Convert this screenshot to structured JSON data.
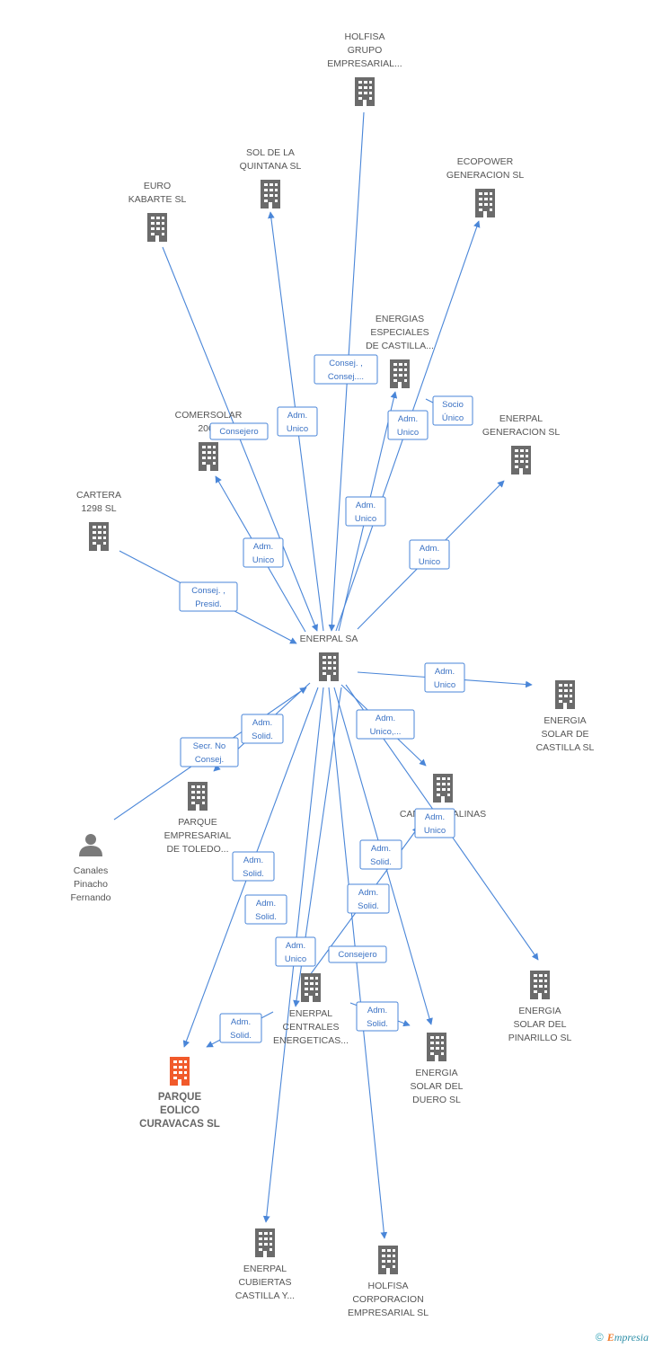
{
  "colors": {
    "edge": "#4a86d8",
    "building": "#6b6b6b",
    "highlight": "#f15a2b",
    "person": "#7a7a7a"
  },
  "nodes": [
    {
      "id": "holfisa_grupo",
      "type": "company",
      "lines": [
        "HOLFISA",
        "GRUPO",
        "EMPRESARIAL..."
      ]
    },
    {
      "id": "sol_quintana",
      "type": "company",
      "lines": [
        "SOL DE LA",
        "QUINTANA SL"
      ]
    },
    {
      "id": "euro_kabarte",
      "type": "company",
      "lines": [
        "EURO",
        "KABARTE SL"
      ]
    },
    {
      "id": "ecopower",
      "type": "company",
      "lines": [
        "ECOPOWER",
        "GENERACION SL"
      ]
    },
    {
      "id": "energias_especiales",
      "type": "company",
      "lines": [
        "ENERGIAS",
        "ESPECIALES",
        "DE CASTILLA..."
      ]
    },
    {
      "id": "comersolar",
      "type": "company",
      "lines": [
        "COMERSOLAR",
        "2005"
      ]
    },
    {
      "id": "enerpal_generacion",
      "type": "company",
      "lines": [
        "ENERPAL",
        "GENERACION SL"
      ]
    },
    {
      "id": "cartera",
      "type": "company",
      "lines": [
        "CARTERA",
        "1298  SL"
      ]
    },
    {
      "id": "enerpal_sa",
      "type": "company",
      "lines": [
        "ENERPAL SA"
      ]
    },
    {
      "id": "energia_castilla",
      "type": "company",
      "lines": [
        "ENERGIA",
        "SOLAR DE",
        "CASTILLA SL"
      ]
    },
    {
      "id": "canales_salinas",
      "type": "company",
      "lines": [
        "CANALES SALINAS"
      ]
    },
    {
      "id": "parque_toledo",
      "type": "company",
      "lines": [
        "PARQUE",
        "EMPRESARIAL",
        "DE TOLEDO..."
      ]
    },
    {
      "id": "canales_person",
      "type": "person",
      "lines": [
        "Canales",
        "Pinacho",
        "Fernando"
      ]
    },
    {
      "id": "energia_pinarillo",
      "type": "company",
      "lines": [
        "ENERGIA",
        "SOLAR DEL",
        "PINARILLO SL"
      ]
    },
    {
      "id": "enerpal_centrales",
      "type": "company",
      "lines": [
        "ENERPAL",
        "CENTRALES",
        "ENERGETICAS..."
      ]
    },
    {
      "id": "energia_duero",
      "type": "company",
      "lines": [
        "ENERGIA",
        "SOLAR DEL",
        "DUERO SL"
      ]
    },
    {
      "id": "parque_eolico",
      "type": "company",
      "highlight": true,
      "lines": [
        "PARQUE",
        "EOLICO",
        "CURAVACAS SL"
      ]
    },
    {
      "id": "enerpal_cubiertas",
      "type": "company",
      "lines": [
        "ENERPAL",
        "CUBIERTAS",
        "CASTILLA Y..."
      ]
    },
    {
      "id": "holfisa_corporacion",
      "type": "company",
      "lines": [
        "HOLFISA",
        "CORPORACION",
        "EMPRESARIAL SL"
      ]
    }
  ],
  "relations": [
    {
      "id": "r1",
      "lines": [
        "Consej. ,",
        "Consej...."
      ]
    },
    {
      "id": "r2",
      "lines": [
        "Adm.",
        "Unico"
      ]
    },
    {
      "id": "r3",
      "lines": [
        "Consejero"
      ]
    },
    {
      "id": "r4",
      "lines": [
        "Adm.",
        "Unico"
      ]
    },
    {
      "id": "r5",
      "lines": [
        "Socio",
        "Único"
      ]
    },
    {
      "id": "r6",
      "lines": [
        "Adm.",
        "Unico"
      ]
    },
    {
      "id": "r7",
      "lines": [
        "Adm.",
        "Unico"
      ]
    },
    {
      "id": "r8",
      "lines": [
        "Adm.",
        "Unico"
      ]
    },
    {
      "id": "r9",
      "lines": [
        "Consej. ,",
        "Presid."
      ]
    },
    {
      "id": "r10",
      "lines": [
        "Adm.",
        "Unico"
      ]
    },
    {
      "id": "r11",
      "lines": [
        "Adm.",
        "Solid."
      ]
    },
    {
      "id": "r12",
      "lines": [
        "Adm.",
        "Unico,..."
      ]
    },
    {
      "id": "r13",
      "lines": [
        "Secr.  No",
        "Consej."
      ]
    },
    {
      "id": "r14",
      "lines": [
        "Adm.",
        "Unico"
      ]
    },
    {
      "id": "r15",
      "lines": [
        "Adm.",
        "Solid."
      ]
    },
    {
      "id": "r16",
      "lines": [
        "Adm.",
        "Solid."
      ]
    },
    {
      "id": "r17",
      "lines": [
        "Adm.",
        "Solid."
      ]
    },
    {
      "id": "r18",
      "lines": [
        "Adm.",
        "Solid."
      ]
    },
    {
      "id": "r19",
      "lines": [
        "Adm.",
        "Unico"
      ]
    },
    {
      "id": "r20",
      "lines": [
        "Consejero"
      ]
    },
    {
      "id": "r21",
      "lines": [
        "Adm.",
        "Solid."
      ]
    },
    {
      "id": "r22",
      "lines": [
        "Adm.",
        "Solid."
      ]
    }
  ],
  "footer": {
    "copyright": "©",
    "brand_initial": "E",
    "brand_rest": "mpresia"
  }
}
